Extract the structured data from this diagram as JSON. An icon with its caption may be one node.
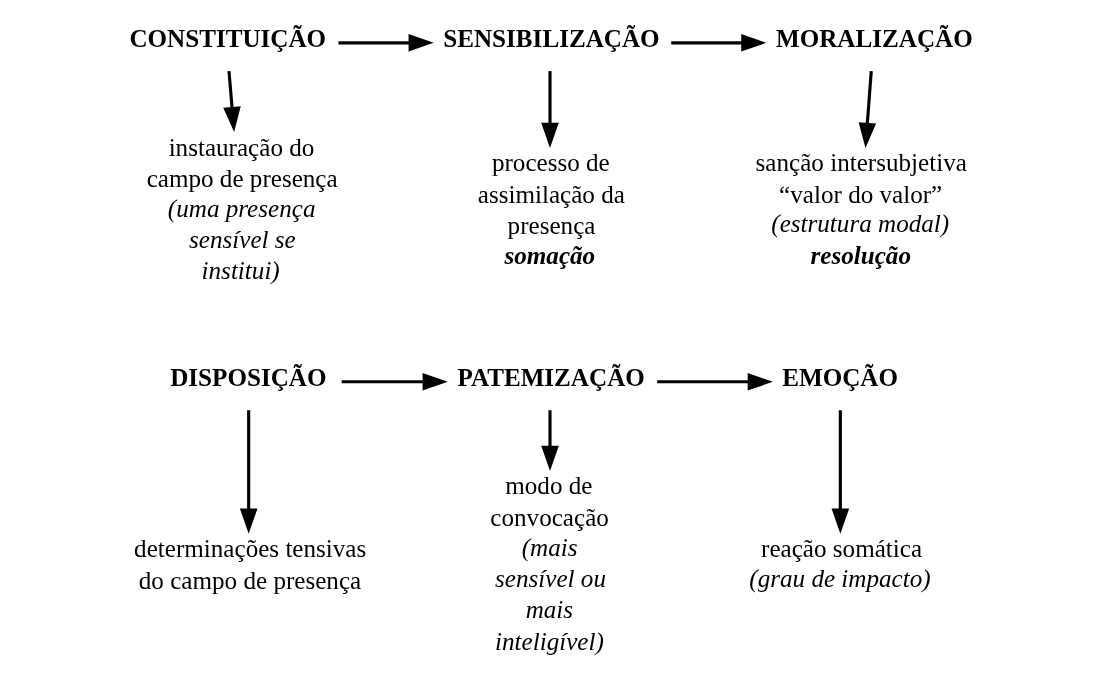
{
  "diagram": {
    "nodes": [
      {
        "text": [
          "CONSTITUIÇÃO"
        ]
      },
      {
        "text": [
          "SENSIBILIZAÇÃO"
        ]
      },
      {
        "text": [
          "MORALIZAÇÃO"
        ]
      },
      {
        "text": [
          "instauração do campo de presença",
          "(uma presença sensível se institui)"
        ]
      },
      {
        "text": [
          "sanção intersubjetiva “valor do valor”",
          "(estrutura modal)",
          "resolução"
        ]
      },
      {
        "text": [
          "processo de assimilação da presença",
          "somação"
        ]
      },
      {
        "text": [
          "DISPOSIÇÃO"
        ]
      },
      {
        "text": [
          "PATEMIZAÇÃO"
        ]
      },
      {
        "text": [
          "EMOÇÃO"
        ]
      },
      {
        "text": [
          "determinações tensivas do campo de presença"
        ]
      },
      {
        "text": [
          "modo de convocação",
          "(mais sensível ou mais inteligível)"
        ]
      },
      {
        "text": [
          "reação somática",
          "(grau de impacto)"
        ]
      }
    ],
    "edges": [
      {
        "from": 0,
        "to": 1,
        "arrow": "to"
      },
      {
        "from": 1,
        "to": 2,
        "arrow": "to"
      },
      {
        "from": 0,
        "to": 3,
        "arrow": "to"
      },
      {
        "from": 1,
        "to": 5,
        "arrow": "to"
      },
      {
        "from": 2,
        "to": 4,
        "arrow": "to"
      },
      {
        "from": 6,
        "to": 7,
        "arrow": "to"
      },
      {
        "from": 7,
        "to": 8,
        "arrow": "to"
      },
      {
        "from": 6,
        "to": 9,
        "arrow": "to"
      },
      {
        "from": 7,
        "to": 10,
        "arrow": "to"
      },
      {
        "from": 8,
        "to": 11,
        "arrow": "to"
      }
    ]
  }
}
